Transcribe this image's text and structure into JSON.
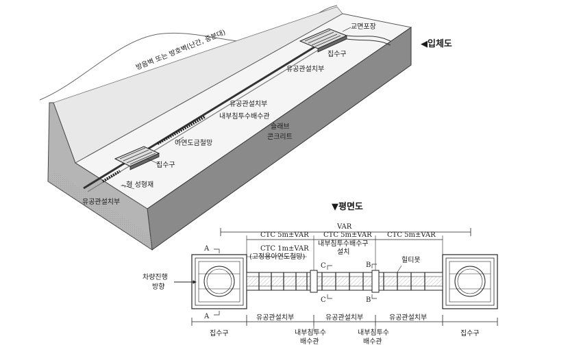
{
  "iso_view": {
    "title": "◀입체도",
    "labels": {
      "bridge_pavement": "교면포장",
      "inlet_top": "집수구",
      "soundwall": "방음벽 또는 방호벽(난간, 중분대)",
      "conduit_top": "유공관설치부",
      "conduit_mid": "유공관설치부",
      "internal_drain": "내부침투수배수관",
      "slab": "슬래브",
      "concrete": "콘크리트",
      "galvanized_mesh": "아연도금철망",
      "inlet_bottom": "집수구",
      "shape_member": "ᆨ형 성형재",
      "conduit_bottom": "유공관설치부"
    }
  },
  "plan_view": {
    "title": "▼평면도",
    "dims": {
      "var": "VAR",
      "ctc_left": "CTC 5m±VAR",
      "ctc_mid": "CTC 5m±VAR",
      "ctc_right": "CTC 5m±VAR",
      "ctc_1m_line1": "CTC 1m±VAR",
      "ctc_1m_line2": "(고정용아연도철망)",
      "drain_install_line1": "내부침투수배수구",
      "drain_install_line2": "설치",
      "anchor_bolt": "힐티못"
    },
    "sections": {
      "a_top": "A",
      "a_bottom": "A",
      "b_top": "B",
      "b_bottom": "B",
      "c_top": "C",
      "c_bottom": "C"
    },
    "direction_line1": "차량진행",
    "direction_line2": "방향",
    "bottom_labels": {
      "inlet_left": "집수구",
      "conduit_1": "유공관설치부",
      "conduit_2": "유공관설치부",
      "conduit_3": "유공관설치부",
      "inlet_right": "집수구",
      "drain1_line1": "내부침투수",
      "drain1_line2": "배수관",
      "drain2_line1": "내부침투수",
      "drain2_line2": "배수관"
    }
  }
}
